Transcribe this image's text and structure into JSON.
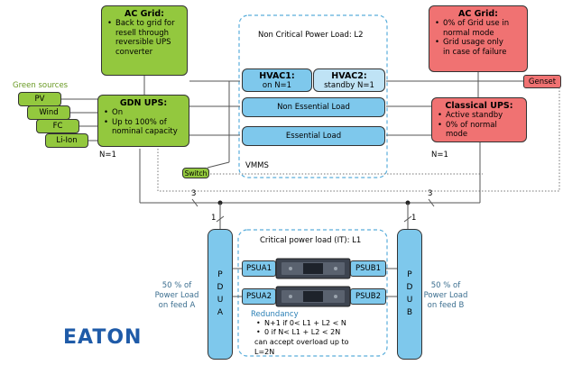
{
  "ac_grid_left": {
    "title": "AC Grid",
    "bullets": [
      "Back to grid for",
      "resell through",
      "reversible UPS",
      "converter"
    ]
  },
  "non_critical": {
    "title": "Non Critical Power Load: L2",
    "hvac1": {
      "title": "HVAC1:",
      "sub": "on N=1"
    },
    "hvac2": {
      "title": "HVAC2:",
      "sub": "standby N=1"
    },
    "non_essential": "Non Essential Load",
    "essential": "Essential Load",
    "vmms": "VMMS"
  },
  "ac_grid_right": {
    "title": "AC Grid",
    "bullets": [
      "0% of Grid use in",
      "normal mode",
      "Grid usage only",
      "in case of failure"
    ]
  },
  "genset": "Genset",
  "green_sources": {
    "label": "Green sources",
    "items": [
      "PV",
      "Wind",
      "FC",
      "Li-Ion"
    ]
  },
  "gdn_ups": {
    "title": "GDN UPS",
    "bullets": [
      "On",
      "Up to 100% of",
      "nominal capacity"
    ],
    "n_label": "N=1"
  },
  "classical_ups": {
    "title": "Classical UPS",
    "bullets": [
      "Active standby",
      "0% of normal",
      "mode"
    ],
    "n_label": "N=1"
  },
  "switch": "Switch",
  "bus_labels": {
    "left_count": "3",
    "right_count": "3",
    "feed_a_count": "1",
    "feed_b_count": "1"
  },
  "pdu_a": {
    "letters": [
      "P",
      "D",
      "U",
      "A"
    ]
  },
  "pdu_b": {
    "letters": [
      "P",
      "D",
      "U",
      "B"
    ]
  },
  "critical": {
    "title": "Critical power load (IT): L1",
    "psu": [
      "PSUA1",
      "PSUA2",
      "PSUB1",
      "PSUB2"
    ],
    "redundancy_title": "Redundancy",
    "redundancy": [
      "N+1 if 0< L1 + L2 < N",
      "0 if N< L1 + L2 < 2N"
    ],
    "redundancy_cont": [
      "can accept overload up to",
      "L=2N"
    ]
  },
  "feed_a_note": [
    "50 % of",
    "Power Load",
    "on feed A"
  ],
  "feed_b_note": [
    "50 % of",
    "Power Load",
    "on feed B"
  ],
  "logo": "EATON",
  "colors": {
    "green": "#93c83e",
    "red": "#f07272",
    "blue": "#7ec8ec",
    "dashed": "#5aaedb",
    "logo": "#1f5ba8"
  }
}
